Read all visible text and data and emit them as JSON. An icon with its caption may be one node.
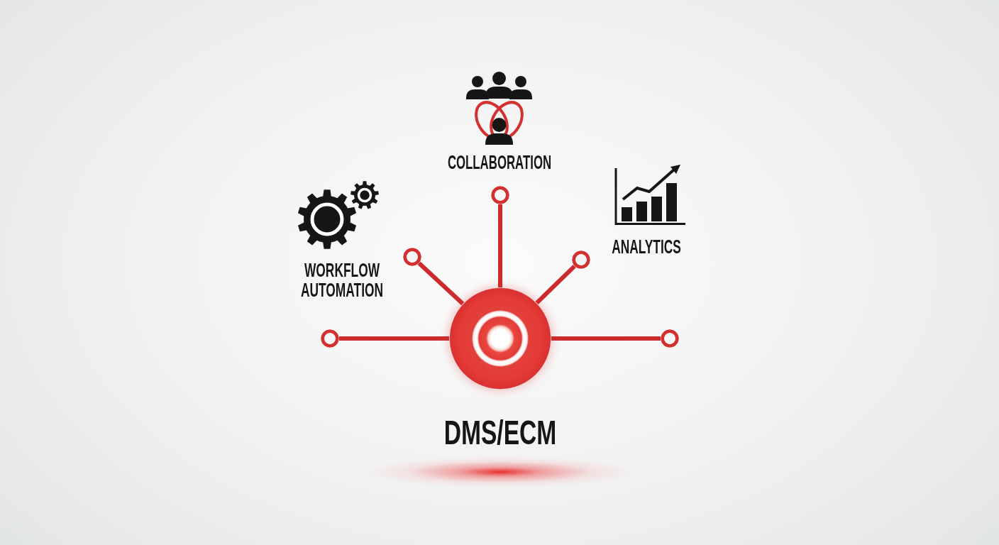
{
  "diagram": {
    "nodes": [
      {
        "text": [],
        "shape": "circle",
        "beside": [
          "COLLABORATION"
        ]
      },
      {
        "text": [],
        "shape": "circle",
        "beside": [
          "WORKFLOW AUTOMATION"
        ]
      },
      {
        "text": [],
        "shape": "circle",
        "beside": [
          "ANALYTICS"
        ]
      },
      {
        "text": [],
        "shape": "circle"
      },
      {
        "text": [
          "DMS/ECM"
        ]
      },
      {
        "text": [],
        "shape": "circle"
      }
    ],
    "edges": [
      {
        "from": 4,
        "to": 3,
        "arrow": "none"
      },
      {
        "from": 4,
        "to": 1,
        "arrow": "none"
      },
      {
        "from": 4,
        "to": 0,
        "arrow": "none"
      },
      {
        "from": 4,
        "to": 2,
        "arrow": "none"
      },
      {
        "from": 4,
        "to": 5,
        "arrow": "none"
      }
    ]
  }
}
